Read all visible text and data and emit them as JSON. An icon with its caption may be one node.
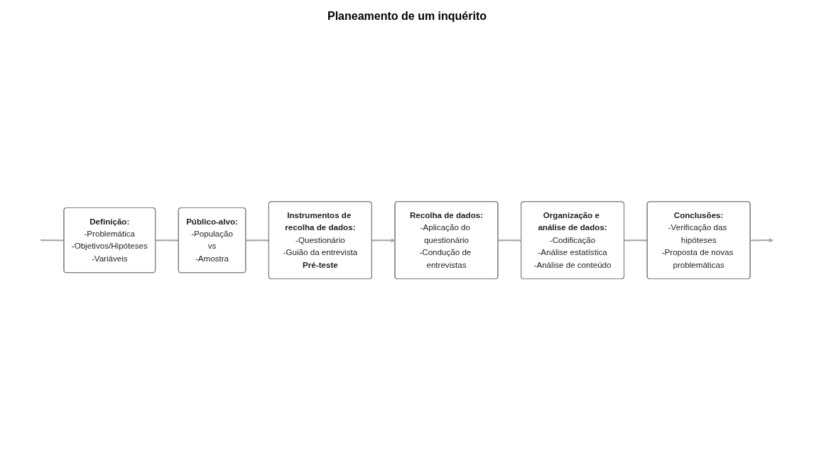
{
  "diagram": {
    "title": "Planeamento de um inquérito",
    "nodes": [
      {
        "text": [
          "Definição:",
          "-Problemática",
          "-Objetivos/Hipóteses",
          "-Variáveis"
        ]
      },
      {
        "text": [
          "Público-alvo:",
          "-População",
          "vs",
          "-Amostra"
        ]
      },
      {
        "text": [
          "Instrumentos de recolha de dados:",
          "-Questionário",
          "-Guião da entrevista",
          "Pré-teste"
        ]
      },
      {
        "text": [
          "Recolha de dados:",
          "-Aplicação do questionário",
          "-Condução de entrevistas"
        ]
      },
      {
        "text": [
          "Organização e análise de dados:",
          "-Codificação",
          "-Análise estatística",
          "-Análise de conteúdo"
        ]
      },
      {
        "text": [
          "Conclusões:",
          "-Verificação das hipóteses",
          "-Proposta de novas problemáticas"
        ]
      }
    ],
    "edges": [
      {
        "from": null,
        "to": 0,
        "arrow": "none"
      },
      {
        "from": 0,
        "to": 1,
        "arrow": "none"
      },
      {
        "from": 1,
        "to": 2,
        "arrow": "none"
      },
      {
        "from": 2,
        "to": 3,
        "arrow": "to"
      },
      {
        "from": 3,
        "to": 4,
        "arrow": "none"
      },
      {
        "from": 4,
        "to": 5,
        "arrow": "none"
      },
      {
        "from": 5,
        "to": null,
        "arrow": "to"
      }
    ]
  }
}
